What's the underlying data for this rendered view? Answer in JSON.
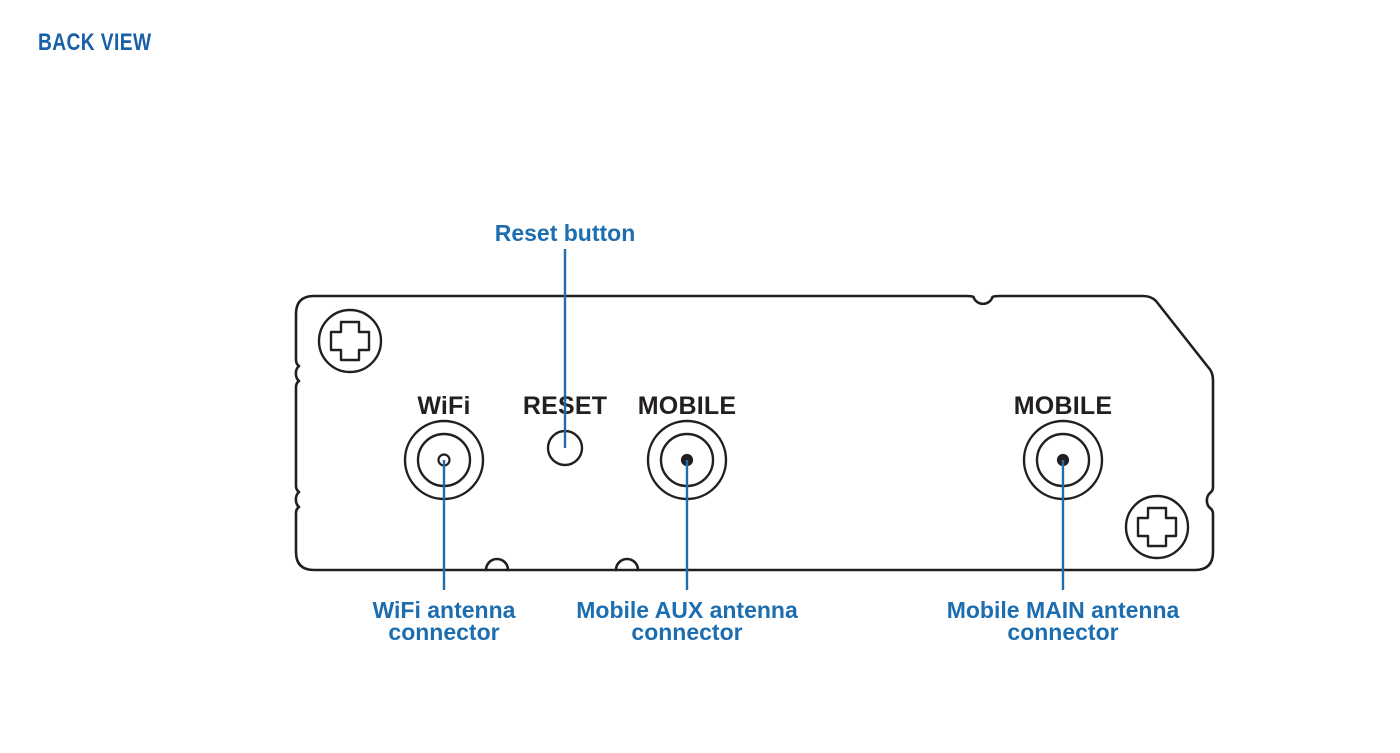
{
  "page": {
    "title": "BACK VIEW",
    "background_color": "#ffffff",
    "accent_color": "#1860a8",
    "leader_color": "#1d6eb0",
    "outline_color": "#231f20"
  },
  "device": {
    "name": "router-back-panel",
    "silkscreen_labels": [
      {
        "id": "wifi",
        "text": "WiFi"
      },
      {
        "id": "reset",
        "text": "RESET"
      },
      {
        "id": "mobile-aux",
        "text": "MOBILE"
      },
      {
        "id": "mobile-main",
        "text": "MOBILE"
      }
    ],
    "ports": [
      {
        "id": "wifi-connector",
        "type": "sma-antenna-connector",
        "center_style": "hollow"
      },
      {
        "id": "reset-pinhole",
        "type": "pinhole-button"
      },
      {
        "id": "mobile-aux-connector",
        "type": "sma-antenna-connector",
        "center_style": "solid"
      },
      {
        "id": "mobile-main-connector",
        "type": "sma-antenna-connector",
        "center_style": "solid"
      }
    ],
    "screws": [
      {
        "id": "screw-top-left",
        "type": "phillips-screw"
      },
      {
        "id": "screw-bottom-right",
        "type": "phillips-screw"
      }
    ]
  },
  "callouts": {
    "reset_button": {
      "id": "callout-reset-button",
      "lines": [
        "Reset button"
      ],
      "position": "above"
    },
    "wifi_antenna": {
      "id": "callout-wifi-antenna",
      "lines": [
        "WiFi antenna",
        "connector"
      ],
      "position": "below"
    },
    "mobile_aux_antenna": {
      "id": "callout-mobile-aux-antenna",
      "lines": [
        "Mobile AUX antenna",
        "connector"
      ],
      "position": "below"
    },
    "mobile_main_antenna": {
      "id": "callout-mobile-main-antenna",
      "lines": [
        "Mobile MAIN antenna",
        "connector"
      ],
      "position": "below"
    }
  }
}
